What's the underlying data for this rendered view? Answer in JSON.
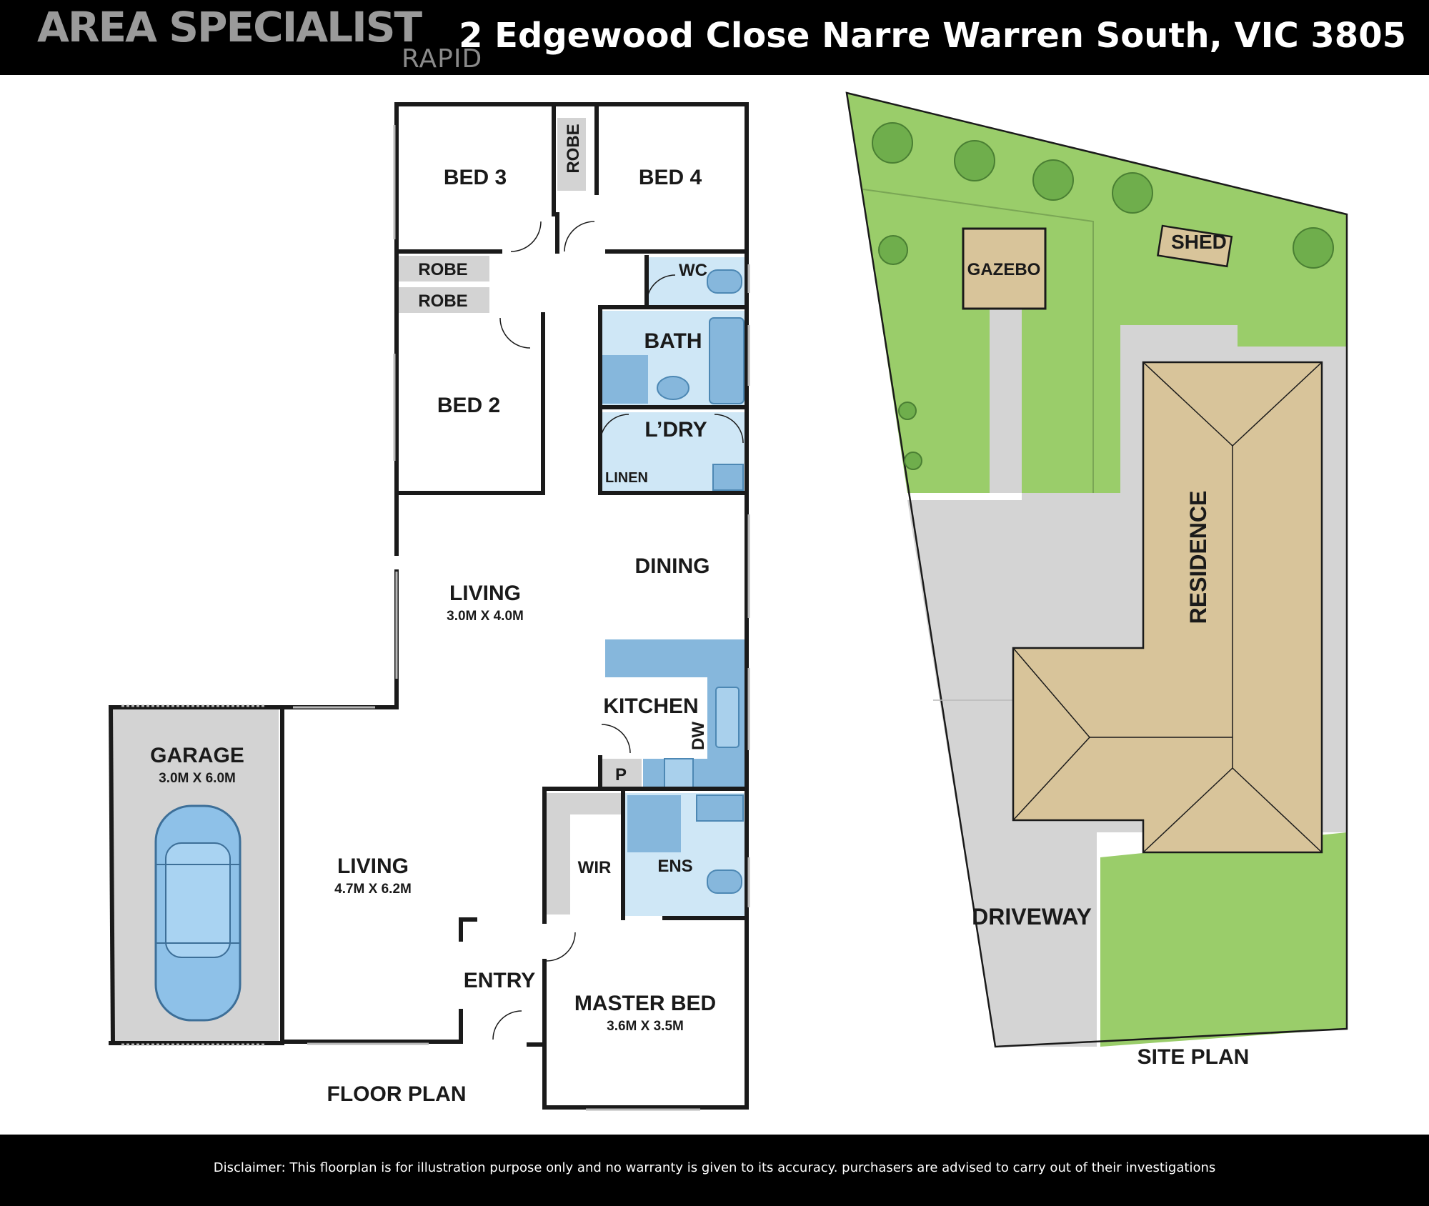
{
  "header": {
    "logo_text": "AREA SPECIALIST",
    "logo_sub": "RAPID",
    "address": "2 Edgewood Close Narre Warren South, VIC 3805"
  },
  "colors": {
    "wall": "#1a1a1a",
    "wet_area": "#cfe7f6",
    "fixture": "#86b7dc",
    "storage": "#d3d3d3",
    "lawn": "#9acd6a",
    "paving": "#d4d4d4",
    "roof": "#d8c49a",
    "car": "#8ec1e8"
  },
  "floor_plan": {
    "title": "FLOOR PLAN",
    "rooms": {
      "bed3": "BED 3",
      "bed4": "BED 4",
      "robe_bed4": "ROBE",
      "robe1": "ROBE",
      "robe2": "ROBE",
      "bed2": "BED 2",
      "wc": "WC",
      "bath": "BATH",
      "laundry": "L’DRY",
      "linen": "LINEN",
      "dining": "DINING",
      "living_upper": "LIVING",
      "living_upper_dim": "3.0M X 4.0M",
      "kitchen": "KITCHEN",
      "dw": "DW",
      "pantry": "P",
      "garage": "GARAGE",
      "garage_dim": "3.0M X 6.0M",
      "living_lower": "LIVING",
      "living_lower_dim": "4.7M X 6.2M",
      "wir": "WIR",
      "ens": "ENS",
      "entry": "ENTRY",
      "master": "MASTER BED",
      "master_dim": "3.6M X 3.5M"
    }
  },
  "site_plan": {
    "title": "SITE PLAN",
    "labels": {
      "gazebo": "GAZEBO",
      "shed": "SHED",
      "residence": "RESIDENCE",
      "driveway": "DRIVEWAY"
    }
  },
  "footer": {
    "disclaimer": "Disclaimer: This floorplan is for illustration purpose only and no warranty is given to its accuracy. purchasers are advised to carry out of their investigations"
  }
}
